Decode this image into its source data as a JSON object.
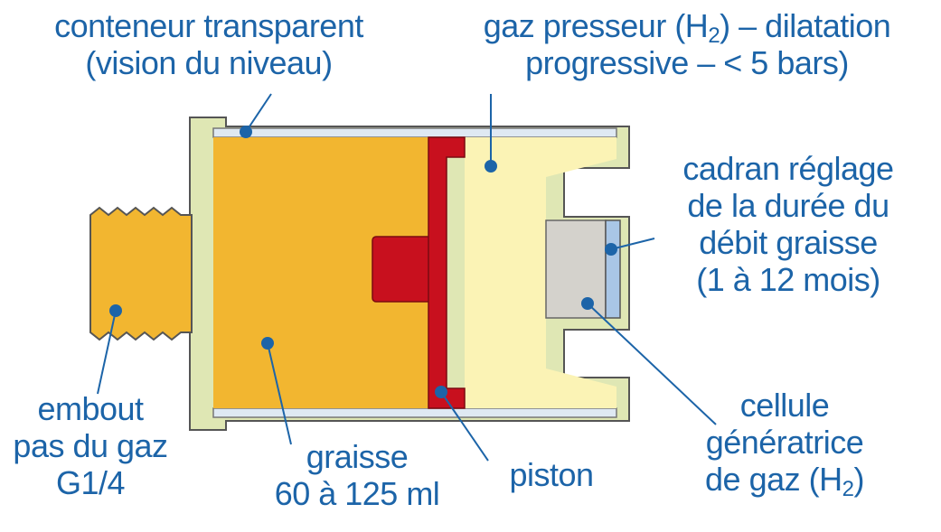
{
  "colors": {
    "label_text": "#1c64a8",
    "leader_line": "#1c64a8",
    "grease": "#f2b630",
    "gas_chamber": "#fbf3b5",
    "housing": "#dfe7b4",
    "housing_outline": "#555555",
    "piston": "#c8101e",
    "generator_cell": "#d4d2cc",
    "dial": "#a9c6e6",
    "transparent_gap": "#dfe9f3"
  },
  "labels": {
    "container": {
      "line1": "conteneur transparent",
      "line2": "(vision du niveau)"
    },
    "gas": {
      "line1_pre": "gaz presseur (H",
      "line1_sub": "2",
      "line1_post": ") – dilatation",
      "line2": "progressive – < 5 bars)"
    },
    "dial": {
      "line1": "cadran réglage",
      "line2": "de la durée du",
      "line3": "débit graisse",
      "line4": "(1 à 12 mois)"
    },
    "fitting": {
      "line1": "embout",
      "line2": "pas du gaz",
      "line3": "G1/4"
    },
    "grease": {
      "line1": "graisse",
      "line2": "60 à 125 ml"
    },
    "piston": {
      "line1": "piston"
    },
    "cell": {
      "line1": "cellule",
      "line2": "génératrice",
      "line3_pre": "de gaz (H",
      "line3_sub": "2",
      "line3_post": ")"
    }
  }
}
